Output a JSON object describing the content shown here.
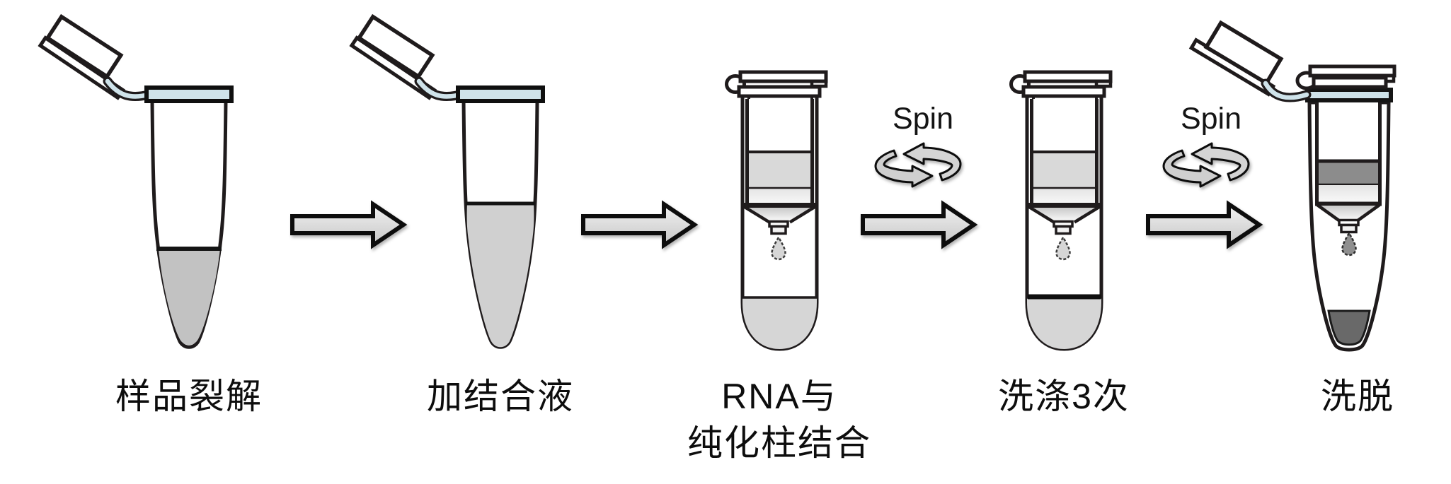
{
  "workflow": {
    "steps": [
      {
        "id": "lysis",
        "label": "样品裂解",
        "tube": "microcentrifuge-tube-open-cap",
        "liquid_level": "low",
        "liquid_color": "#c2c2c2"
      },
      {
        "id": "binding",
        "label": "加结合液",
        "tube": "microcentrifuge-tube-open-cap",
        "liquid_level": "high",
        "liquid_color": "#d0d0d0"
      },
      {
        "id": "bind-column",
        "label": "RNA与",
        "label_line2": "纯化柱结合",
        "tube": "spin-column-in-collection-tube",
        "column_band_color": "#d9d9d9",
        "collected_liquid_color": "#d6d6d6"
      },
      {
        "id": "wash",
        "label": "洗涤3次",
        "tube": "spin-column-in-collection-tube",
        "column_band_color": "#d9d9d9",
        "collected_liquid_color": "#d6d6d6"
      },
      {
        "id": "elution",
        "label": "洗脱",
        "tube": "spin-column-in-microcentrifuge-tube-open-cap",
        "column_band_color": "#8c8c8c",
        "collected_liquid_color": "#696969"
      }
    ],
    "spin_steps": [
      {
        "label": "Spin",
        "between": [
          "bind-column",
          "wash"
        ]
      },
      {
        "label": "Spin",
        "between": [
          "wash",
          "elution"
        ]
      }
    ],
    "colors": {
      "outline": "#1f1b1c",
      "tube_rim_accent": "#cfe3ea",
      "arrow_fill_top": "#f2f2f2",
      "arrow_fill_bottom": "#cdcdcd",
      "gray_liquid": "#d0d0d0",
      "dark_elution_liquid": "#696969",
      "dark_column_band": "#8c8c8c"
    }
  }
}
